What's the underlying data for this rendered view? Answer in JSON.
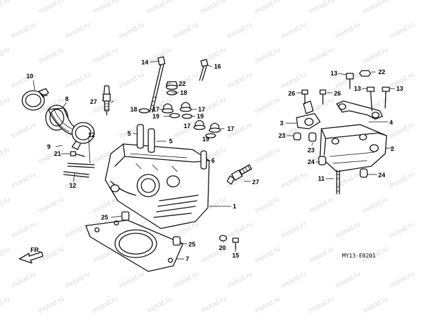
{
  "diagram": {
    "watermark": "motod.ru",
    "drawing_code": "MY13-E0201",
    "front_indicator": "FR.",
    "callouts": [
      {
        "id": "c1",
        "label": "1"
      },
      {
        "id": "c2",
        "label": "2"
      },
      {
        "id": "c3",
        "label": "3"
      },
      {
        "id": "c4",
        "label": "4"
      },
      {
        "id": "c5a",
        "label": "5"
      },
      {
        "id": "c5b",
        "label": "5"
      },
      {
        "id": "c6",
        "label": "6"
      },
      {
        "id": "c7",
        "label": "7"
      },
      {
        "id": "c8",
        "label": "8"
      },
      {
        "id": "c9",
        "label": "9"
      },
      {
        "id": "c10",
        "label": "10"
      },
      {
        "id": "c11",
        "label": "11"
      },
      {
        "id": "c12a",
        "label": "12"
      },
      {
        "id": "c12b",
        "label": "12"
      },
      {
        "id": "c13a",
        "label": "13"
      },
      {
        "id": "c13b",
        "label": "13"
      },
      {
        "id": "c13c",
        "label": "13"
      },
      {
        "id": "c14",
        "label": "14"
      },
      {
        "id": "c15",
        "label": "15"
      },
      {
        "id": "c16",
        "label": "16"
      },
      {
        "id": "c17a",
        "label": "17"
      },
      {
        "id": "c17b",
        "label": "17"
      },
      {
        "id": "c17c",
        "label": "17"
      },
      {
        "id": "c17d",
        "label": "17"
      },
      {
        "id": "c18a",
        "label": "18"
      },
      {
        "id": "c18b",
        "label": "18"
      },
      {
        "id": "c19a",
        "label": "19"
      },
      {
        "id": "c19b",
        "label": "19"
      },
      {
        "id": "c19c",
        "label": "19"
      },
      {
        "id": "c20",
        "label": "20"
      },
      {
        "id": "c21",
        "label": "21"
      },
      {
        "id": "c22a",
        "label": "22"
      },
      {
        "id": "c22b",
        "label": "22"
      },
      {
        "id": "c23a",
        "label": "23"
      },
      {
        "id": "c23b",
        "label": "23"
      },
      {
        "id": "c24a",
        "label": "24"
      },
      {
        "id": "c24b",
        "label": "24"
      },
      {
        "id": "c25a",
        "label": "25"
      },
      {
        "id": "c25b",
        "label": "25"
      },
      {
        "id": "c26a",
        "label": "26"
      },
      {
        "id": "c26b",
        "label": "26"
      },
      {
        "id": "c27a",
        "label": "27"
      },
      {
        "id": "c27b",
        "label": "27"
      }
    ]
  }
}
